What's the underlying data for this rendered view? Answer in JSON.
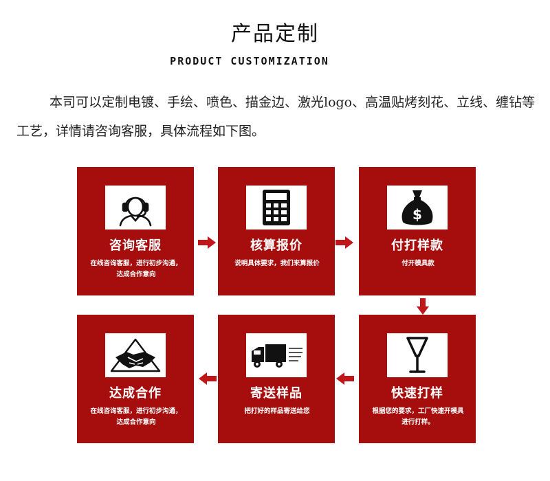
{
  "header": {
    "title": "产品定制",
    "subtitle": "PRODUCT CUSTOMIZATION",
    "intro": "本司可以定制电镀、手绘、喷色、描金边、激光logo、高温贴烤刻花、立线、缠钻等工艺，详情请咨询客服，具体流程如下图。"
  },
  "colors": {
    "card_bg": "#a60d0d",
    "arrow": "#c0161a"
  },
  "steps": [
    {
      "title": "咨询客服",
      "desc": "在线咨询客服，进行初步沟通，达成合作意向",
      "icon": "customer-service-icon"
    },
    {
      "title": "核算报价",
      "desc": "说明具体要求，我们来算报价",
      "icon": "calculator-icon"
    },
    {
      "title": "付打样款",
      "desc": "付开模具款",
      "icon": "money-bag-icon"
    },
    {
      "title": "快速打样",
      "desc": "根据您的要求，工厂快速开模具进行打样。",
      "icon": "goblet-icon"
    },
    {
      "title": "寄送样品",
      "desc": "把打好的样品寄送给您",
      "icon": "delivery-truck-icon"
    },
    {
      "title": "达成合作",
      "desc": "在线咨询客服，进行初步沟通，达成合作意向",
      "icon": "handshake-icon"
    }
  ]
}
